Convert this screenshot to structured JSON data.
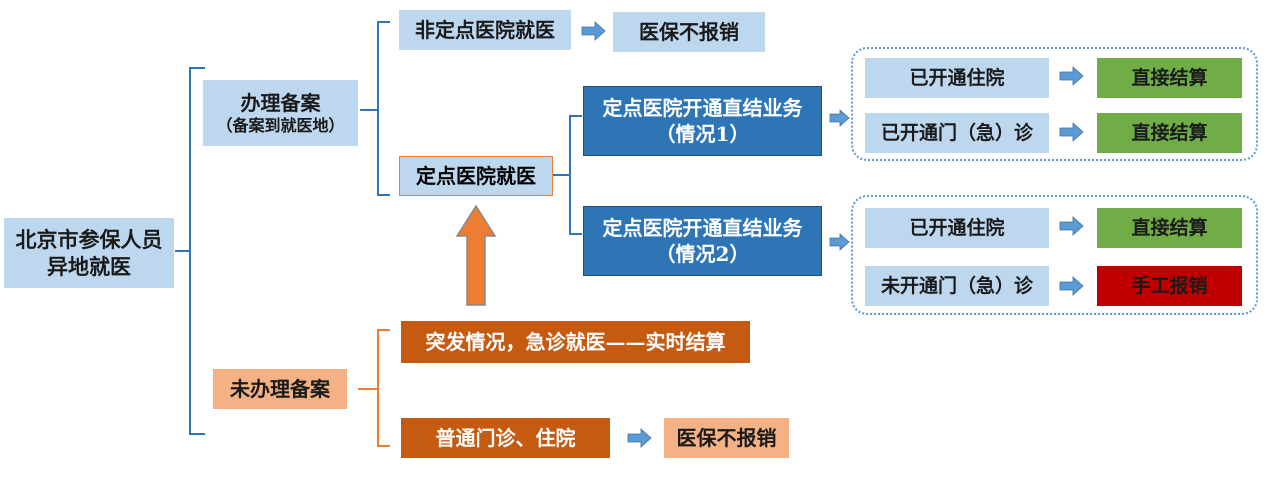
{
  "root": {
    "line1": "北京市参保人员",
    "line2": "异地就医"
  },
  "filed": {
    "title": "办理备案",
    "subtitle": "（备案到就医地）"
  },
  "not_filed": {
    "title": "未办理备案"
  },
  "non_designated": {
    "label": "非定点医院就医",
    "result": "医保不报销"
  },
  "designated": {
    "label": "定点医院就医"
  },
  "case1": {
    "line1": "定点医院开通直结业务",
    "line2": "（情况1）",
    "items": [
      {
        "label": "已开通住院",
        "result": "直接结算"
      },
      {
        "label": "已开通门（急）诊",
        "result": "直接结算"
      }
    ]
  },
  "case2": {
    "line1": "定点医院开通直结业务",
    "line2": "（情况2）",
    "items": [
      {
        "label": "已开通住院",
        "result": "直接结算"
      },
      {
        "label": "未开通门（急）诊",
        "result": "手工报销"
      }
    ]
  },
  "emergency": {
    "label": "突发情况，急诊就医——实时结算"
  },
  "ordinary": {
    "label": "普通门诊、住院",
    "result": "医保不报销"
  },
  "colors": {
    "light_blue": "#bdd7ee",
    "dark_blue": "#2e75b6",
    "green": "#70ad47",
    "red": "#c00000",
    "dark_orange": "#c55a11",
    "peach": "#f4b183",
    "orange_arrow": "#ed7d31",
    "blue_arrow": "#5b9bd5",
    "bracket_blue": "#2e75b6",
    "bracket_orange": "#ed7d31"
  }
}
